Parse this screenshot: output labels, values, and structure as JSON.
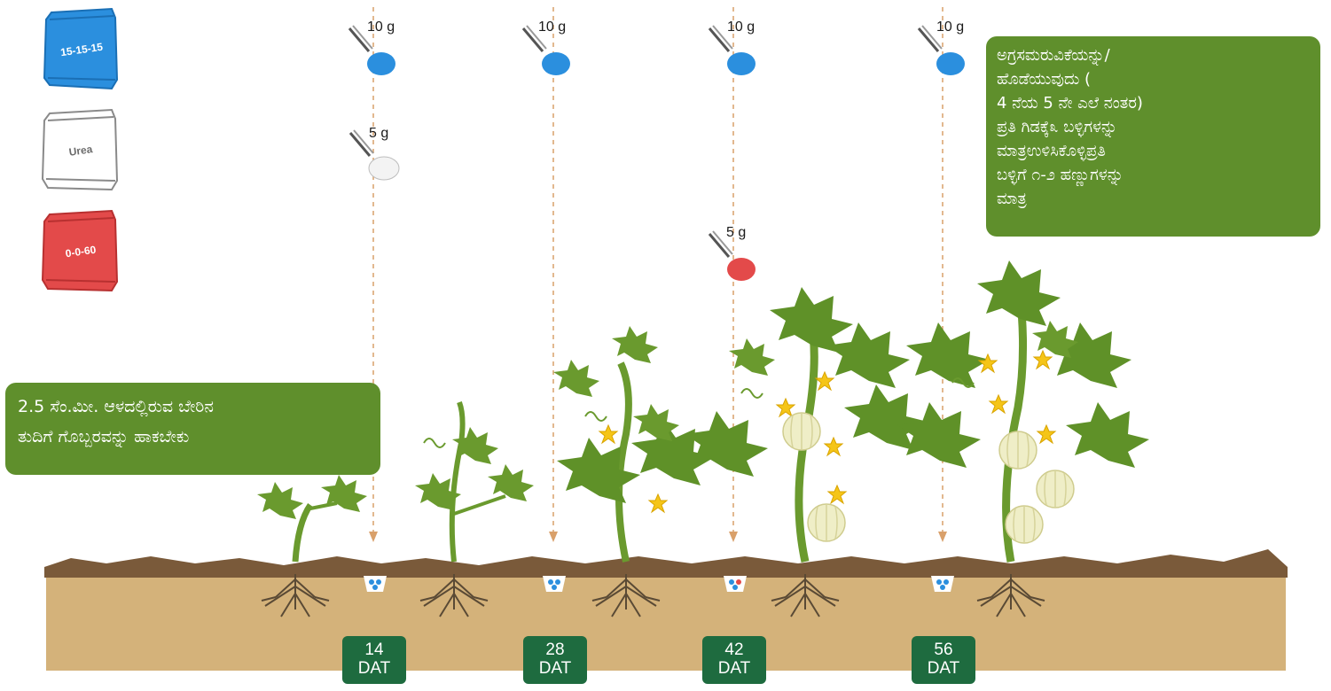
{
  "fertilizers": [
    {
      "name": "15-15-15",
      "color": "#2b8fde",
      "icon": "blue-fertilizer-bag-icon"
    },
    {
      "name": "Urea",
      "color": "#ffffff",
      "icon": "white-urea-bag-icon"
    },
    {
      "name": "0-0-60",
      "color": "#e34a4a",
      "icon": "red-fertilizer-bag-icon"
    }
  ],
  "applications": [
    {
      "dat_number": "14",
      "dat_unit": "DAT",
      "doses": [
        {
          "fertilizer": "15-15-15",
          "amount": "10 g"
        },
        {
          "fertilizer": "Urea",
          "amount": "5 g"
        }
      ]
    },
    {
      "dat_number": "28",
      "dat_unit": "DAT",
      "doses": [
        {
          "fertilizer": "15-15-15",
          "amount": "10 g"
        }
      ]
    },
    {
      "dat_number": "42",
      "dat_unit": "DAT",
      "doses": [
        {
          "fertilizer": "15-15-15",
          "amount": "10 g"
        },
        {
          "fertilizer": "0-0-60",
          "amount": "5 g"
        }
      ]
    },
    {
      "dat_number": "56",
      "dat_unit": "DAT",
      "doses": [
        {
          "fertilizer": "15-15-15",
          "amount": "10 g"
        }
      ]
    }
  ],
  "note_left": {
    "line1": "2.5  ಸೆಂ.ಮೀ. ಆಳದಲ್ಲಿರುವ ಬೇರಿನ",
    "line2": "ತುದಿಗೆ ಗೊಬ್ಬರವನ್ನು ಹಾಕಬೇಕು"
  },
  "note_right": {
    "line1": "ಅಗ್ರಸಮರುವಿಕೆಯನ್ನು/",
    "line2": "ಹೊಡೆಯುವುದು (",
    "line3": "4 ನೆಯ 5 ನೇ ಎಲೆ ನಂತರ)",
    "line4": " ಪ್ರತಿ ಗಿಡಕ್ಕೆ೩ ಬಳ್ಳಿಗಳನ್ನು",
    "line5": "ಮಾತ್ರಉಳಿಸಿಕೊಳ್ಳಿಪ್ರತಿ",
    "line6": " ಬಳ್ಳಿಗೆ ೧-೨ ಹಣ್ಣುಗಳನ್ನು",
    "line7": "ಮಾತ್ರ"
  },
  "colors": {
    "note_background": "#5f8f2c",
    "dat_badge": "#1e6b3f",
    "soil_surface": "#7a5a3a",
    "soil_body": "#d4b27a",
    "plant_leaf": "#6a9a2e",
    "flower": "#f5c518",
    "melon": "#efeec7",
    "guide_line": "#d9a06a"
  }
}
